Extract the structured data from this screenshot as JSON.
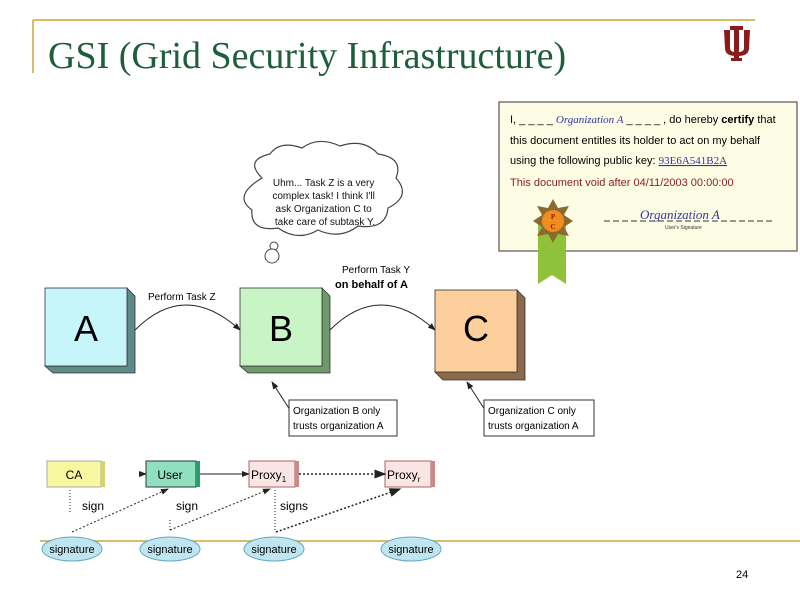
{
  "slide": {
    "title": "GSI (Grid Security Infrastructure)",
    "page_number": "24",
    "logo": "indiana-university-trident",
    "accent_color": "#c8a53a",
    "title_color": "#1e5e3a"
  },
  "certificate": {
    "line1_prefix": "I, _ _ _ _",
    "line1_name": "Organization A",
    "line1_suffix": "_ _ _ _ , do hereby",
    "line1_bold": "certify",
    "line1_end": "that",
    "line2": "this document entitles its holder to act on my behalf",
    "line3": "using the following public key:",
    "public_key": "93E6A541B2A",
    "line4": "This document void after 04/11/2003 00:00:00",
    "signature": "Organization A",
    "signature_caption": "User's Signature",
    "seal_text": "P C"
  },
  "thought_bubble": {
    "lines": [
      "Uhm... Task Z is a very",
      "complex task! I think I'll",
      "ask Organization C to",
      "take care of subtask Y."
    ]
  },
  "entities": [
    {
      "label": "A",
      "color": "#c6f5fa"
    },
    {
      "label": "B",
      "color": "#c9f5c6"
    },
    {
      "label": "C",
      "color": "#fccf9c"
    }
  ],
  "arrows": {
    "a_to_b": "Perform Task Z",
    "b_to_c_line1": "Perform Task Y",
    "b_to_c_line2": "on behalf of A"
  },
  "notes": [
    {
      "line1": "Organization B only",
      "line2": "trusts organization A"
    },
    {
      "line1": "Organization C only",
      "line2": "trusts organization A"
    }
  ],
  "chain": {
    "nodes": [
      "CA",
      "User",
      "Proxy",
      "Proxy"
    ],
    "subscripts": [
      "",
      "",
      "1",
      "r"
    ],
    "edge_labels": [
      "sign",
      "sign",
      "signs"
    ],
    "signatures": [
      "signature",
      "signature",
      "signature",
      "signature"
    ]
  }
}
